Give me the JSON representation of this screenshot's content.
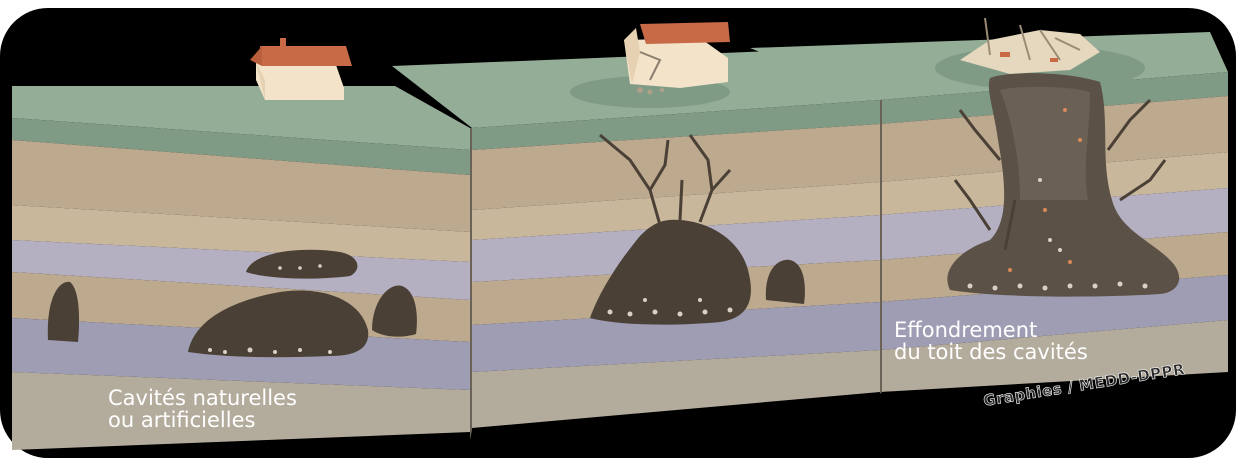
{
  "captions": {
    "panel1_line1": "Cavités naturelles",
    "panel1_line2": "ou artificielles",
    "panel3_line1": "Effondrement",
    "panel3_line2": "du toit des cavités"
  },
  "credit": "Graphies / MEDD-DPPR",
  "colors": {
    "frame": "#000000",
    "ground_top": "#93ad97",
    "ground_top_dark": "#7f9b86",
    "layer_tan": "#bda98e",
    "layer_tan_light": "#cdbda3",
    "layer_lavender": "#b4b0c2",
    "layer_blue_grey": "#9f9db4",
    "cavity": "#4a4036",
    "house_wall": "#f2e3c9",
    "house_roof": "#c76a45"
  }
}
